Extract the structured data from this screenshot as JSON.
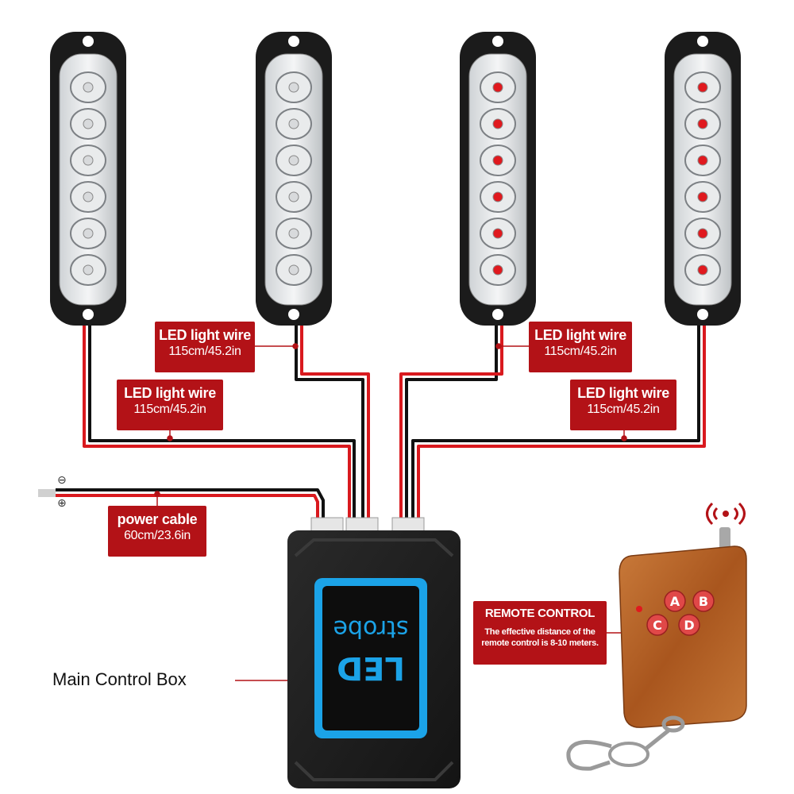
{
  "colors": {
    "wire_red": "#d9191e",
    "wire_black": "#111111",
    "callout_bg": "#b31217",
    "box_body": "#1e1e1e",
    "box_screen": "#1ba3e8",
    "remote_wood": "#b8662a"
  },
  "lights": [
    {
      "name": "light-1",
      "led_color": "clear"
    },
    {
      "name": "light-2",
      "led_color": "clear"
    },
    {
      "name": "light-3",
      "led_color": "red"
    },
    {
      "name": "light-4",
      "led_color": "red"
    }
  ],
  "wire_labels": [
    {
      "title": "LED light wire",
      "length": "115cm/45.2in"
    },
    {
      "title": "LED light wire",
      "length": "115cm/45.2in"
    },
    {
      "title": "LED light wire",
      "length": "115cm/45.2in"
    },
    {
      "title": "LED light wire",
      "length": "115cm/45.2in"
    }
  ],
  "power": {
    "title": "power cable",
    "length": "60cm/23.6in",
    "neg_symbol": "⊖",
    "pos_symbol": "⊕"
  },
  "control_box": {
    "label": "Main Control Box",
    "screen_line1": "LED",
    "screen_line2": "strobe"
  },
  "remote": {
    "title": "REMOTE CONTROL",
    "note_line1": "The effective distance of the",
    "note_line2": "remote control is 8-10 meters.",
    "buttons": [
      "A",
      "B",
      "C",
      "D"
    ]
  }
}
